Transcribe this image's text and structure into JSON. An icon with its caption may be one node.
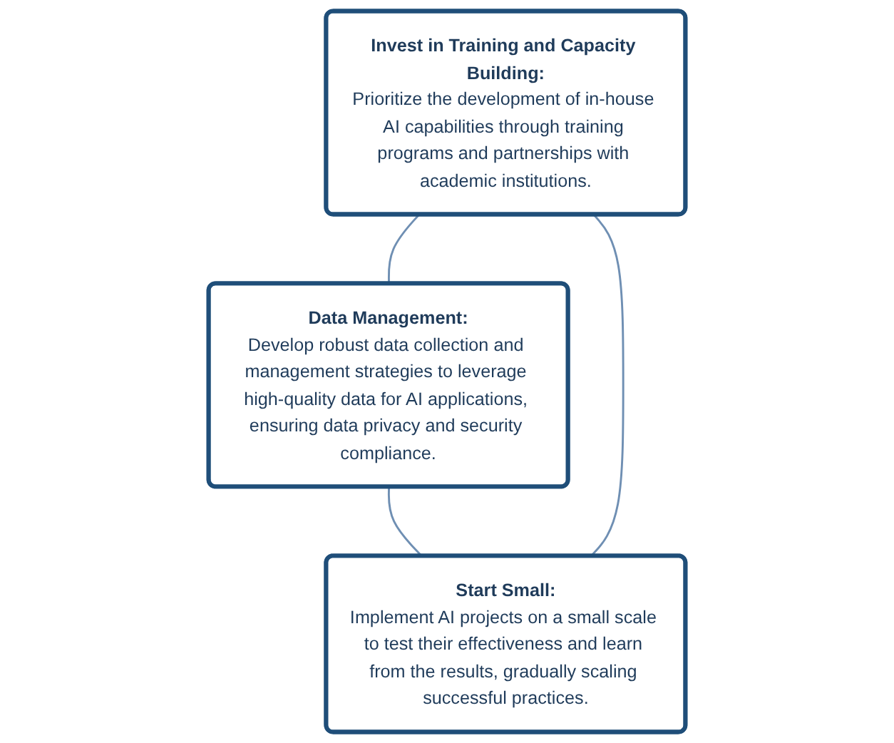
{
  "diagram": {
    "nodes": [
      {
        "text": [
          "Invest in Training and Capacity Building:",
          "Prioritize the development of in-house AI capabilities through training programs and partnerships with academic institutions."
        ]
      },
      {
        "text": [
          "Data Management:",
          "Develop robust data collection and management strategies to leverage high-quality data for AI applications, ensuring data privacy and security compliance."
        ]
      },
      {
        "text": [
          "Start Small:",
          "Implement AI projects on a small scale to test their effectiveness and learn from the results, gradually scaling successful practices."
        ]
      }
    ],
    "edges": [
      {
        "from": 0,
        "to": 1,
        "arrow": "none"
      },
      {
        "from": 1,
        "to": 2,
        "arrow": "none"
      },
      {
        "from": 2,
        "to": 0,
        "arrow": "none"
      }
    ]
  }
}
